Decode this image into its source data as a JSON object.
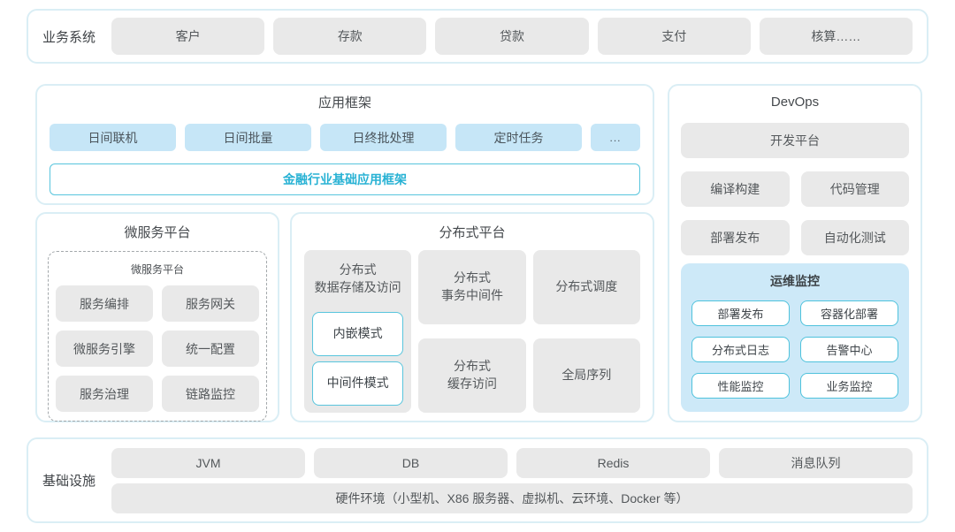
{
  "colors": {
    "container_border": "#daeef5",
    "grey_chip": "#e9e9e9",
    "blue_chip": "#c6e6f7",
    "monitor_panel": "#cde9f8",
    "accent_cyan_border": "#58c5dd",
    "accent_cyan_text": "#28b2d4",
    "text_dark": "#4a4e52"
  },
  "business_systems": {
    "label": "业务系统",
    "items": [
      "客户",
      "存款",
      "贷款",
      "支付",
      "核算……"
    ]
  },
  "app_framework": {
    "title": "应用框架",
    "items": [
      "日间联机",
      "日间批量",
      "日终批处理",
      "定时任务",
      "..."
    ],
    "base_label": "金融行业基础应用框架"
  },
  "microservice": {
    "title": "微服务平台",
    "inner_title": "微服务平台",
    "items": [
      "服务编排",
      "服务网关",
      "微服务引擎",
      "统一配置",
      "服务治理",
      "链路监控"
    ]
  },
  "distributed": {
    "title": "分布式平台",
    "storage": {
      "label": "分布式\n数据存储及访问",
      "modes": [
        "内嵌模式",
        "中间件模式"
      ]
    },
    "transaction": "分布式\n事务中间件",
    "scheduling": "分布式调度",
    "cache": "分布式\n缓存访问",
    "sequence": "全局序列"
  },
  "devops": {
    "title": "DevOps",
    "platform": "开发平台",
    "items": [
      "编译构建",
      "代码管理",
      "部署发布",
      "自动化测试"
    ],
    "monitor": {
      "title": "运维监控",
      "items": [
        "部署发布",
        "容器化部署",
        "分布式日志",
        "告警中心",
        "性能监控",
        "业务监控"
      ]
    }
  },
  "infrastructure": {
    "label": "基础设施",
    "items": [
      "JVM",
      "DB",
      "Redis",
      "消息队列"
    ],
    "hardware": "硬件环境（小型机、X86 服务器、虚拟机、云环境、Docker 等）"
  }
}
